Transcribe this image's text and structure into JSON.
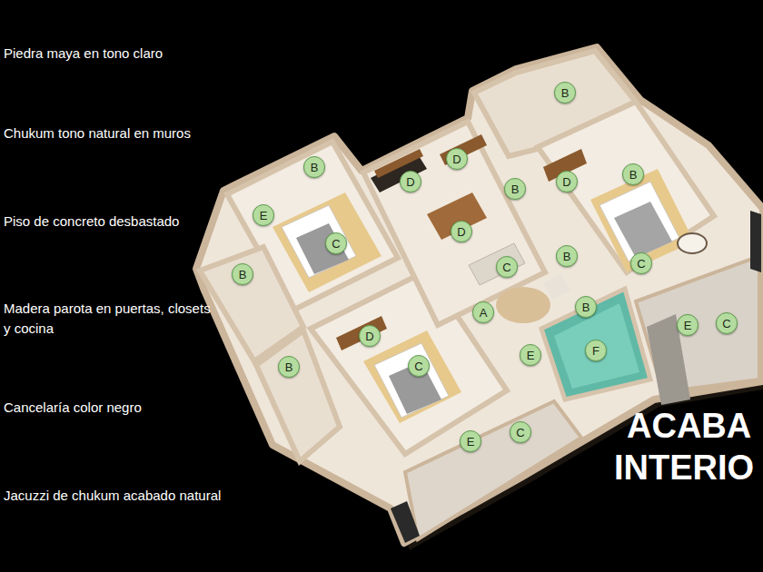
{
  "diagram": {
    "title": "ACABA INTERIO",
    "nodes": [
      {
        "text": [
          "B"
        ]
      },
      {
        "text": [
          "D"
        ]
      },
      {
        "text": [
          "B"
        ]
      },
      {
        "text": [
          "B"
        ]
      },
      {
        "text": [
          "D"
        ]
      },
      {
        "text": [
          "D"
        ]
      },
      {
        "text": [
          "B"
        ]
      },
      {
        "text": [
          "E"
        ]
      },
      {
        "text": [
          "D"
        ]
      },
      {
        "text": [
          "C"
        ]
      },
      {
        "text": [
          "B"
        ]
      },
      {
        "text": [
          "C"
        ]
      },
      {
        "text": [
          "C"
        ]
      },
      {
        "text": [
          "B"
        ]
      },
      {
        "text": [
          "B"
        ]
      },
      {
        "text": [
          "A"
        ]
      },
      {
        "text": [
          "C"
        ]
      },
      {
        "text": [
          "E"
        ]
      },
      {
        "text": [
          "D"
        ]
      },
      {
        "text": [
          "F"
        ]
      },
      {
        "text": [
          "E"
        ]
      },
      {
        "text": [
          "C"
        ]
      },
      {
        "text": [
          "B"
        ]
      },
      {
        "text": [
          "C"
        ]
      },
      {
        "text": [
          "E"
        ]
      }
    ],
    "labels": [
      "Piedra maya en tono claro",
      "Chukum tono natural en muros",
      "Piso de concreto desbastado",
      "Madera parota en puertas, closets y cocina",
      "Cancelaría color negro",
      "Jacuzzi de chukum acabado natural"
    ]
  }
}
